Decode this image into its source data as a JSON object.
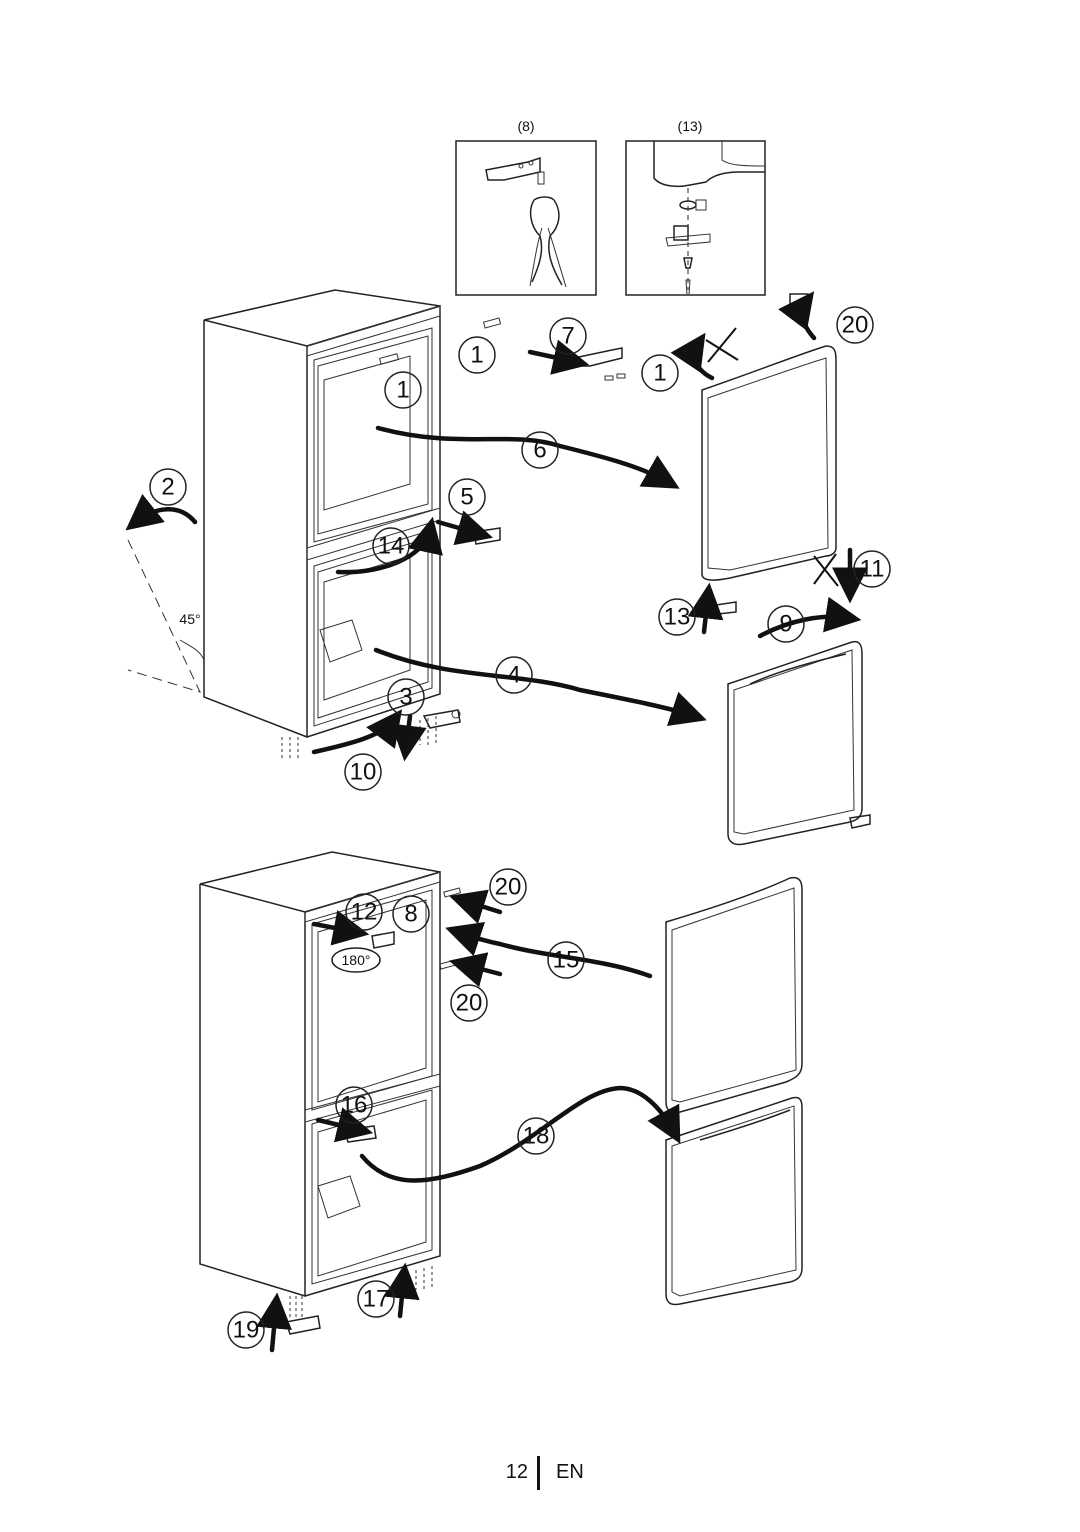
{
  "inset_labels": {
    "left": "(8)",
    "right": "(13)"
  },
  "angles": {
    "tilt": "45°",
    "rotate": "180°"
  },
  "steps_top": [
    "1",
    "1",
    "7",
    "1",
    "20",
    "2",
    "6",
    "5",
    "14",
    "11",
    "13",
    "9",
    "4",
    "3",
    "10"
  ],
  "steps_bottom": [
    "20",
    "12",
    "8",
    "15",
    "20",
    "16",
    "18",
    "17",
    "19"
  ],
  "footer": {
    "page_number": "12",
    "language": "EN"
  }
}
